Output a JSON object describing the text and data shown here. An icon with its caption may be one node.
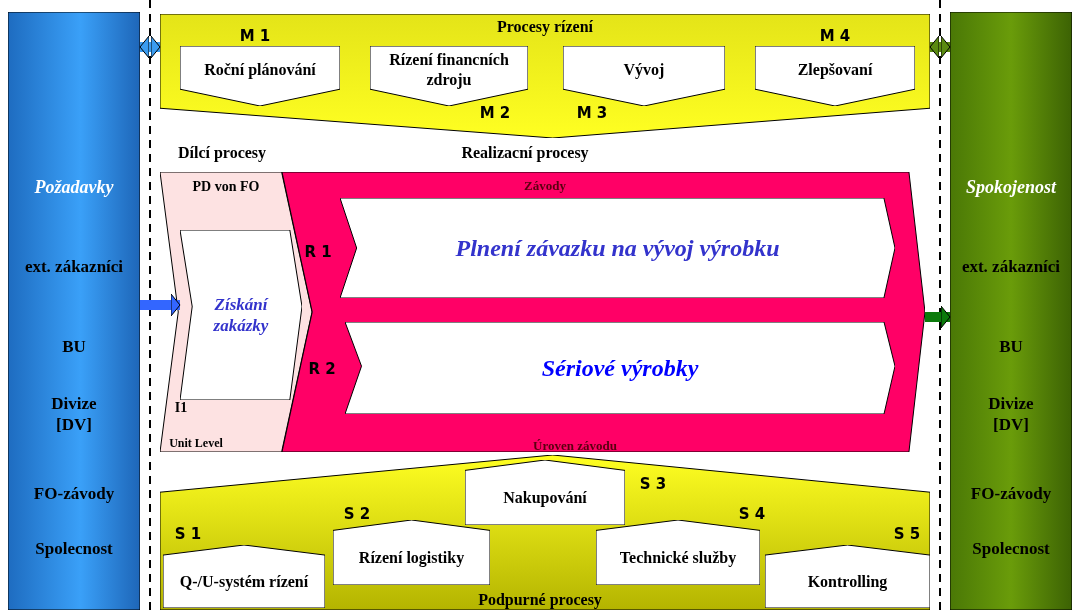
{
  "diagram": {
    "nodes": [
      {
        "text": [
          "Požadavky",
          "ext. zákazníci",
          "BU",
          "Divize [DV]",
          "FO-závody",
          "Spolecnost"
        ]
      },
      {
        "text": [
          "Spokojenost",
          "ext. zákazníci",
          "BU",
          "Divize [DV]",
          "FO-závody",
          "Spolecnost"
        ]
      },
      {
        "text": [
          "Procesy rízení"
        ]
      },
      {
        "text": [
          "Roční plánování"
        ],
        "in": 2,
        "beside": [
          "M 1"
        ]
      },
      {
        "text": [
          "Rízení financních zdroju"
        ],
        "in": 2,
        "beside": [
          "M 2"
        ]
      },
      {
        "text": [
          "Vývoj"
        ],
        "in": 2,
        "beside": [
          "M 3"
        ]
      },
      {
        "text": [
          "Zlepšovaní"
        ],
        "in": 2,
        "beside": [
          "M 4"
        ]
      },
      {
        "text": [
          "Dílcí procesy",
          "PD von FO",
          "I1",
          "Unit Level"
        ]
      },
      {
        "text": [
          "Získání zakázky"
        ],
        "in": 7
      },
      {
        "text": [
          "Realizacní procesy",
          "Závody",
          "Úroven závodu"
        ]
      },
      {
        "text": [
          "Plnení závazku na vývoj výrobku"
        ],
        "in": 9,
        "beside": [
          "R 1"
        ]
      },
      {
        "text": [
          "Sériové výrobky"
        ],
        "in": 9,
        "beside": [
          "R 2"
        ]
      },
      {
        "text": [
          "Podpurné procesy"
        ]
      },
      {
        "text": [
          "Q-/U-systém rízení"
        ],
        "in": 12,
        "beside": [
          "S 1"
        ]
      },
      {
        "text": [
          "Rízení logistiky"
        ],
        "in": 12,
        "beside": [
          "S 2"
        ]
      },
      {
        "text": [
          "Nakupování"
        ],
        "in": 12,
        "beside": [
          "S 3"
        ]
      },
      {
        "text": [
          "Technické služby"
        ],
        "in": 12,
        "beside": [
          "S 4"
        ]
      },
      {
        "text": [
          "Kontrolling"
        ],
        "in": 12,
        "beside": [
          "S 5"
        ]
      }
    ],
    "edges": [
      {
        "from": 0,
        "to": 2,
        "arrow": "both",
        "color": "#3b9cf0"
      },
      {
        "from": 2,
        "to": 1,
        "arrow": "both",
        "color": "#5a8a10"
      },
      {
        "from": 0,
        "to": 8,
        "arrow": "to",
        "color": "#3366ff"
      },
      {
        "from": 9,
        "to": 1,
        "arrow": "to",
        "color": "#0b7a0b"
      }
    ]
  }
}
